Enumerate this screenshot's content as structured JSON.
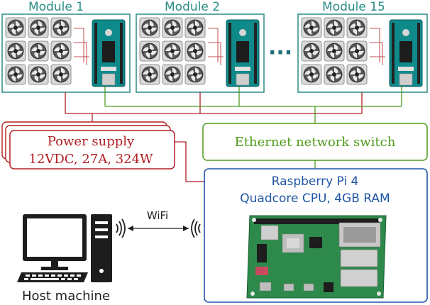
{
  "modules": [
    {
      "label": "Module 1"
    },
    {
      "label": "Module 2"
    },
    {
      "label": "Module 15"
    }
  ],
  "ellipsis": "···",
  "power_supply": {
    "line1": "Power supply",
    "line2": "12VDC, 27A, 324W"
  },
  "ethernet_switch": {
    "label": "Ethernet network switch"
  },
  "raspberry_pi": {
    "line1": "Raspberry Pi 4",
    "line2": "Quadcore CPU, 4GB RAM"
  },
  "wifi": {
    "label": "WiFi"
  },
  "host": {
    "label": "Host machine"
  },
  "colors": {
    "module": "#2a8c86",
    "power": "#b01f24",
    "ethernet": "#4f9a1c",
    "rpi": "#1f56a6",
    "arduino": "#0e8a8a",
    "pcb": "#2d8a4a"
  }
}
